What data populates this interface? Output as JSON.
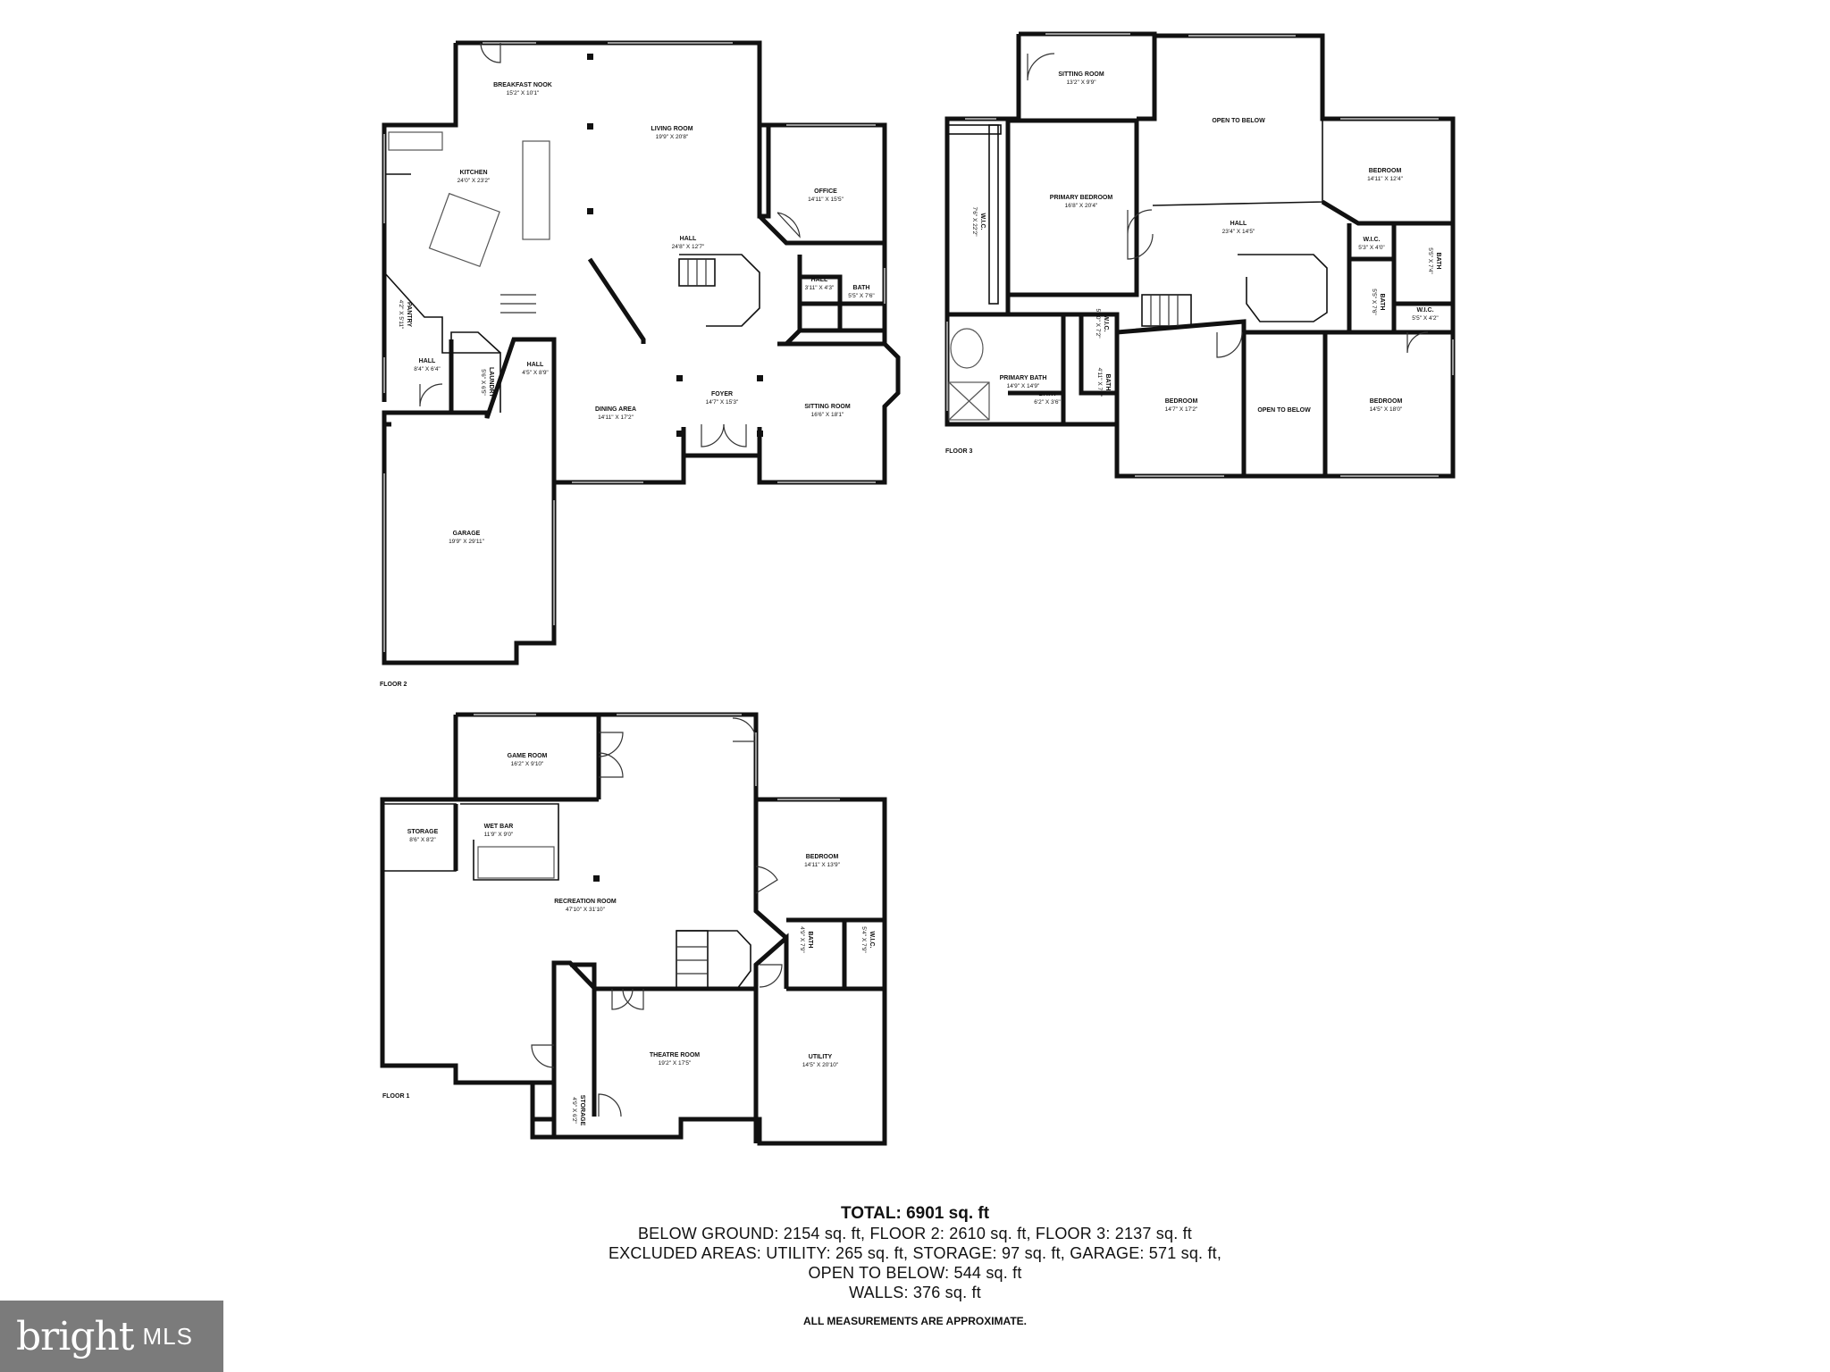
{
  "floors": [
    {
      "label": "FLOOR 2",
      "rooms": [
        {
          "name": "BREAKFAST NOOK",
          "dims": "15'2\" X 10'1\""
        },
        {
          "name": "KITCHEN",
          "dims": "24'0\" X 23'2\""
        },
        {
          "name": "LIVING ROOM",
          "dims": "19'9\" X 20'8\""
        },
        {
          "name": "OFFICE",
          "dims": "14'11\" X 15'5\""
        },
        {
          "name": "HALL",
          "dims": "24'8\" X 12'7\""
        },
        {
          "name": "HALL",
          "dims": "3'11\" X 4'3\""
        },
        {
          "name": "BATH",
          "dims": "5'5\" X 7'6\""
        },
        {
          "name": "PANTRY",
          "dims": "4'2\" X 5'11\""
        },
        {
          "name": "HALL",
          "dims": "8'4\" X 6'4\""
        },
        {
          "name": "LAUNDRY",
          "dims": "5'6\" X 6'5\""
        },
        {
          "name": "HALL",
          "dims": "4'5\" X 8'9\""
        },
        {
          "name": "DINING AREA",
          "dims": "14'11\" X 17'2\""
        },
        {
          "name": "FOYER",
          "dims": "14'7\" X 15'3\""
        },
        {
          "name": "SITTING ROOM",
          "dims": "16'6\" X 18'1\""
        },
        {
          "name": "GARAGE",
          "dims": "19'9\" X 29'11\""
        }
      ]
    },
    {
      "label": "FLOOR 3",
      "rooms": [
        {
          "name": "SITTING ROOM",
          "dims": "13'2\" X 9'9\""
        },
        {
          "name": "OPEN TO BELOW",
          "dims": ""
        },
        {
          "name": "BEDROOM",
          "dims": "14'11\" X 12'4\""
        },
        {
          "name": "PRIMARY BEDROOM",
          "dims": "16'8\" X 20'4\""
        },
        {
          "name": "W.I.C.",
          "dims": "7'6\" X 22'2\""
        },
        {
          "name": "HALL",
          "dims": "23'4\" X 14'5\""
        },
        {
          "name": "W.I.C.",
          "dims": "5'3\" X 4'0\""
        },
        {
          "name": "BATH",
          "dims": "5'5\" X 7'4\""
        },
        {
          "name": "BATH",
          "dims": "5'5\" X 7'6\""
        },
        {
          "name": "W.I.C.",
          "dims": "5'5\" X 4'2\""
        },
        {
          "name": "PRIMARY BATH",
          "dims": "14'9\" X 14'9\""
        },
        {
          "name": "W.I.C.",
          "dims": "5'10\" X 7'2\""
        },
        {
          "name": "BATH",
          "dims": "4'11\" X 7'0\""
        },
        {
          "name": "BATH",
          "dims": "6'2\" X 3'6\""
        },
        {
          "name": "BEDROOM",
          "dims": "14'7\" X 17'2\""
        },
        {
          "name": "OPEN TO BELOW",
          "dims": ""
        },
        {
          "name": "BEDROOM",
          "dims": "14'5\" X 18'0\""
        }
      ]
    },
    {
      "label": "FLOOR 1",
      "rooms": [
        {
          "name": "GAME ROOM",
          "dims": "16'2\" X 9'10\""
        },
        {
          "name": "STORAGE",
          "dims": "8'6\" X 8'2\""
        },
        {
          "name": "WET BAR",
          "dims": "11'9\" X 9'0\""
        },
        {
          "name": "BEDROOM",
          "dims": "14'11\" X 13'9\""
        },
        {
          "name": "RECREATION ROOM",
          "dims": "47'10\" X 31'10\""
        },
        {
          "name": "BATH",
          "dims": "4'9\" X 7'9\""
        },
        {
          "name": "W.I.C.",
          "dims": "5'4\" X 7'9\""
        },
        {
          "name": "THEATRE ROOM",
          "dims": "19'2\" X 17'5\""
        },
        {
          "name": "UTILITY",
          "dims": "14'5\" X 20'10\""
        },
        {
          "name": "STORAGE",
          "dims": "4'9\" X 6'2\""
        }
      ]
    }
  ],
  "summary": {
    "total": "TOTAL: 6901 sq. ft",
    "line1": "BELOW GROUND: 2154 sq. ft, FLOOR 2: 2610 sq. ft, FLOOR 3: 2137 sq. ft",
    "line2": "EXCLUDED AREAS: UTILITY: 265 sq. ft, STORAGE: 97 sq. ft, GARAGE: 571 sq. ft,",
    "line3": "OPEN TO BELOW: 544 sq. ft",
    "line4": "WALLS: 376 sq. ft",
    "note": "ALL MEASUREMENTS ARE APPROXIMATE."
  },
  "logo": {
    "word": "bright",
    "suffix": "MLS"
  }
}
